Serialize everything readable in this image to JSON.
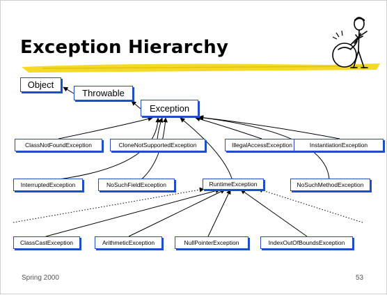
{
  "slide": {
    "title": "Exception Hierarchy",
    "footer_left": "Spring 2000",
    "page_number": "53"
  },
  "hierarchy": {
    "root": "Object",
    "throwable": "Throwable",
    "exception": "Exception",
    "exception_children_row1": [
      "ClassNotFoundException",
      "CloneNotSupportedException",
      "IllegalAccessException",
      "InstantiationException"
    ],
    "exception_children_row2": [
      "InterruptedException",
      "NoSuchFieldException",
      "RuntimeException",
      "NoSuchMethodException"
    ],
    "runtime_children": [
      "ClassCastException",
      "ArithmeticException",
      "NullPointerException",
      "IndexOutOfBoundsException"
    ]
  },
  "colors": {
    "box_border": "#1e4fc8",
    "highlighter": "#f2d400"
  },
  "icons": {
    "clipart": "cartoon-figure-with-bomb"
  }
}
